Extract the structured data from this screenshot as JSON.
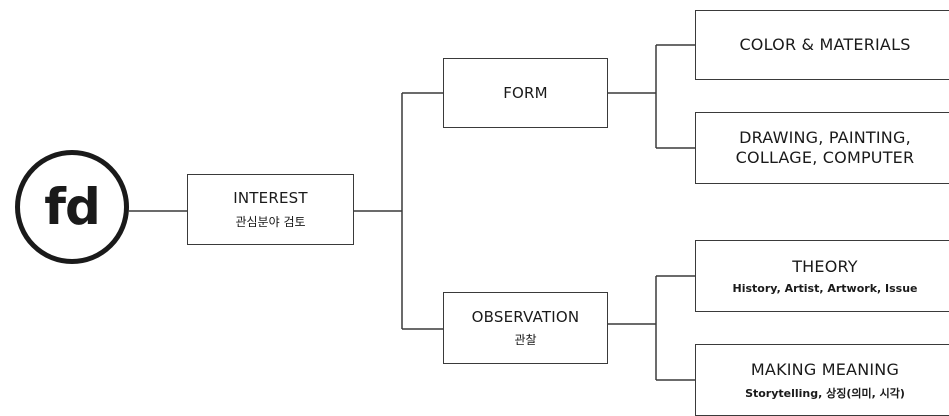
{
  "logo": {
    "text": "fd"
  },
  "nodes": {
    "interest": {
      "title": "INTEREST",
      "subtitle": "관심분야 검토"
    },
    "form": {
      "title": "FORM"
    },
    "observation": {
      "title": "OBSERVATION",
      "subtitle": "관찰"
    },
    "color_materials": {
      "title": "COLOR & MATERIALS"
    },
    "drawing": {
      "title": "DRAWING, PAINTING,\nCOLLAGE, COMPUTER"
    },
    "theory": {
      "title": "THEORY",
      "subtitle": "History, Artist, Artwork, Issue"
    },
    "making_meaning": {
      "title": "MAKING MEANING",
      "subtitle": "Storytelling, 상징(의미, 시각)"
    }
  },
  "colors": {
    "line": "#3a3a3a",
    "text": "#1a1a1a",
    "background": "#ffffff"
  }
}
